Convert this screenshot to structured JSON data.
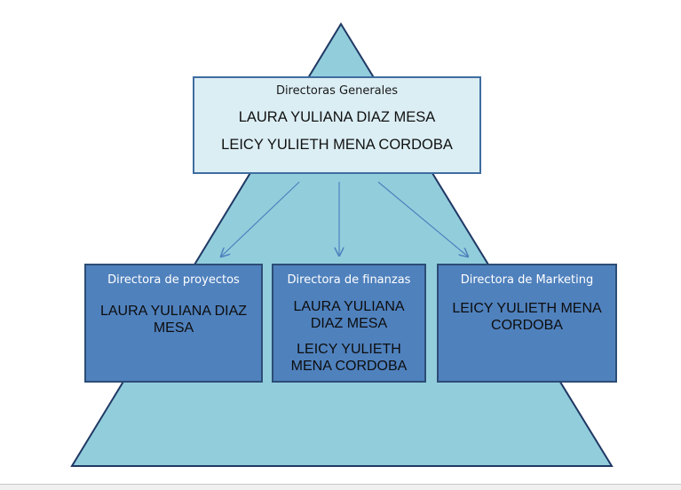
{
  "colors": {
    "pyramid_fill": "#92cddc",
    "pyramid_stroke": "#1f3864",
    "top_box_fill": "#dbeef4",
    "sub_box_fill": "#4f81bd",
    "arrow": "#4f81bd"
  },
  "top": {
    "heading": "Directoras Generales",
    "names": [
      "LAURA YULIANA DIAZ MESA",
      "LEICY YULIETH MENA CORDOBA"
    ]
  },
  "departments": [
    {
      "heading": "Directora de proyectos",
      "names": [
        "LAURA YULIANA DIAZ MESA"
      ]
    },
    {
      "heading": "Directora de finanzas",
      "names": [
        "LAURA YULIANA DIAZ MESA",
        "LEICY YULIETH MENA CORDOBA"
      ]
    },
    {
      "heading": "Directora de Marketing",
      "names": [
        "LEICY YULIETH MENA CORDOBA"
      ]
    }
  ]
}
